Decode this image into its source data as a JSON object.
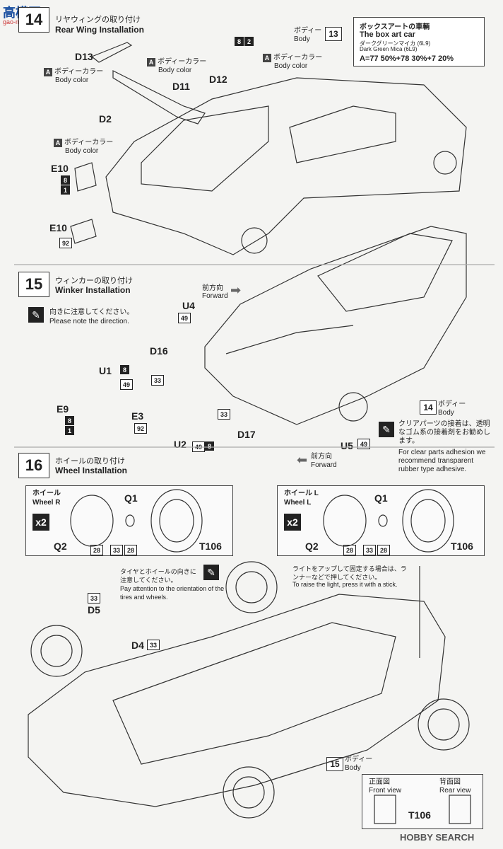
{
  "watermark": {
    "top_left": "高模网",
    "top_left_sub": "gao-mo.com.cn",
    "bottom_right": "HOBBY SEARCH"
  },
  "step14": {
    "title_ja": "リヤウィングの取り付け",
    "title_en": "Rear Wing Installation",
    "parts": {
      "d13": "D13",
      "d11": "D11",
      "d12": "D12",
      "d2": "D2",
      "e10a": "E10",
      "e10b": "E10"
    },
    "color_note_ja": "ボディーカラー",
    "color_note_en": "Body color",
    "code_82_a": "8",
    "code_82_b": "2",
    "code_8": "8",
    "code_1": "1",
    "code_92": "92",
    "body_ref_ja": "ボディー",
    "body_ref_en": "Body",
    "body_ref_num": "13"
  },
  "boxart": {
    "title_ja": "ボックスアートの車輌",
    "title_en": "The box art car",
    "color_ja": "ダークグリーンマイカ (6L9)",
    "color_en": "Dark Green Mica (6L9)",
    "mix": "A=77 50%+78 30%+7 20%"
  },
  "step15": {
    "num": "15",
    "title_ja": "ウィンカーの取り付け",
    "title_en": "Winker Installation",
    "note_ja": "向きに注意してください。",
    "note_en": "Please note the direction.",
    "forward_ja": "前方向",
    "forward_en": "Forward",
    "parts": {
      "u4": "U4",
      "d16": "D16",
      "u1": "U1",
      "e9": "E9",
      "e3": "E3",
      "u2": "U2",
      "d17": "D17",
      "u5": "U5"
    },
    "codes": {
      "u4": "49",
      "u1a": "8",
      "u1b": "49",
      "d16": "33",
      "e9a": "8",
      "e9b": "1",
      "e3": "92",
      "u2a": "49",
      "u2b": "8",
      "d17": "33",
      "u5": "49"
    },
    "body_ref_ja": "ボディー",
    "body_ref_en": "Body",
    "body_ref_num": "14",
    "clear_ja": "クリアパーツの接着は、透明なゴム系の接着剤をお勧めします。",
    "clear_en": "For clear parts adhesion we recommend transparent rubber type adhesive.",
    "forward2_ja": "前方向",
    "forward2_en": "Forward"
  },
  "step16": {
    "num": "16",
    "title_ja": "ホイールの取り付け",
    "title_en": "Wheel Installation",
    "wheel_r_ja": "ホイール",
    "wheel_r_en": "Wheel R",
    "wheel_l_ja": "ホイール L",
    "wheel_l_en": "Wheel L",
    "x2": "x2",
    "q1": "Q1",
    "q2": "Q2",
    "t106": "T106",
    "c28": "28",
    "c33": "33",
    "tire_note_ja": "タイヤとホイールの向きに注意してください。",
    "tire_note_en": "Pay attention to the orientation of the tires and wheels.",
    "light_note_ja": "ライトをアップして固定する場合は、ランナーなどで押してください。",
    "light_note_en": "To raise the light, press it with a stick.",
    "d5": "D5",
    "d4": "D4",
    "body_ref_ja": "ボディー",
    "body_ref_en": "Body",
    "body_ref_num": "15",
    "front_view_ja": "正面図",
    "front_view_en": "Front view",
    "rear_view_ja": "背面図",
    "rear_view_en": "Rear view"
  },
  "step14_num": "14"
}
